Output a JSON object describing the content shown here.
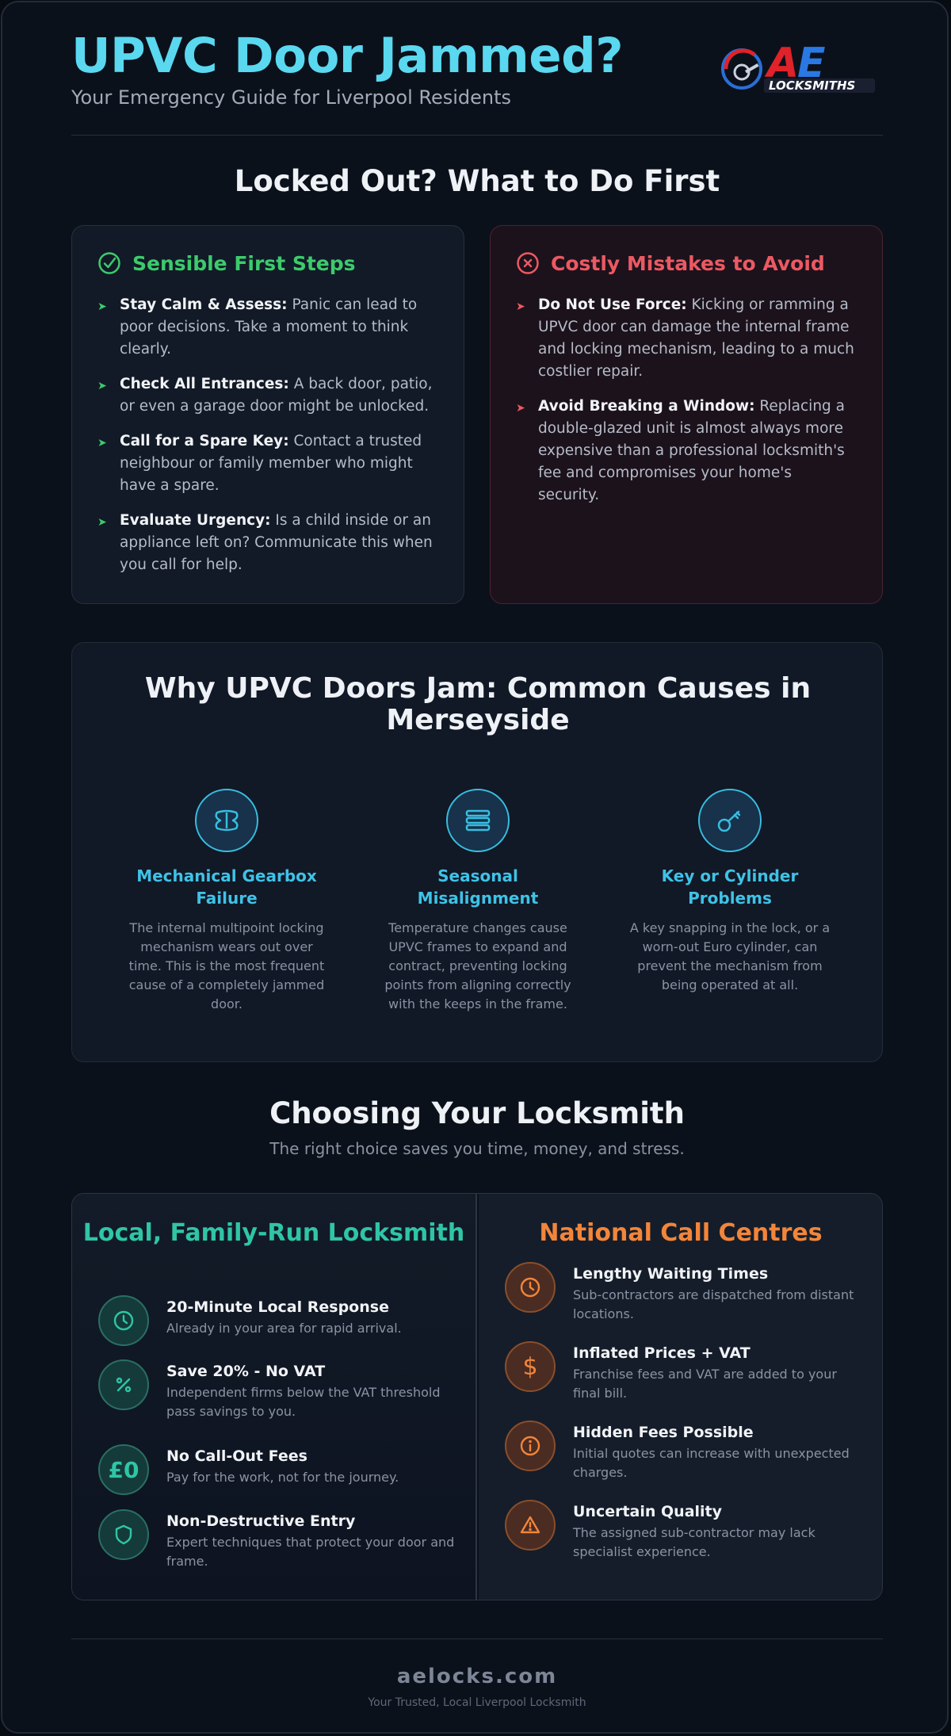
{
  "header": {
    "title": "UPVC Door Jammed?",
    "subtitle": "Your Emergency Guide for Liverpool Residents",
    "logo_text": "AE LOCKSMITHS"
  },
  "first": {
    "title": "Locked Out? What to Do First",
    "good": {
      "heading": "Sensible First Steps",
      "items": [
        {
          "bold": "Stay Calm & Assess:",
          "text": " Panic can lead to poor decisions. Take a moment to think clearly."
        },
        {
          "bold": "Check All Entrances:",
          "text": " A back door, patio, or even a garage door might be unlocked."
        },
        {
          "bold": "Call for a Spare Key:",
          "text": " Contact a trusted neighbour or family member who might have a spare."
        },
        {
          "bold": "Evaluate Urgency:",
          "text": " Is a child inside or an appliance left on? Communicate this when you call for help."
        }
      ]
    },
    "bad": {
      "heading": "Costly Mistakes to Avoid",
      "items": [
        {
          "bold": "Do Not Use Force:",
          "text": " Kicking or ramming a UPVC door can damage the internal frame and locking mechanism, leading to a much costlier repair."
        },
        {
          "bold": "Avoid Breaking a Window:",
          "text": " Replacing a double-glazed unit is almost always more expensive than a professional locksmith's fee and compromises your home's security."
        }
      ]
    }
  },
  "causes": {
    "title": "Why UPVC Doors Jam: Common Causes in Merseyside",
    "items": [
      {
        "icon": "gearbox-icon",
        "title": "Mechanical Gearbox Failure",
        "text": "The internal multipoint locking mechanism wears out over time. This is the most frequent cause of a completely jammed door."
      },
      {
        "icon": "frame-icon",
        "title": "Seasonal Misalignment",
        "text": "Temperature changes cause UPVC frames to expand and contract, preventing locking points from aligning correctly with the keeps in the frame."
      },
      {
        "icon": "key-icon",
        "title": "Key or Cylinder Problems",
        "text": "A key snapping in the lock, or a worn-out Euro cylinder, can prevent the mechanism from being operated at all."
      }
    ]
  },
  "choosing": {
    "title": "Choosing Your Locksmith",
    "subtitle": "The right choice saves you time, money, and stress.",
    "local": {
      "heading": "Local, Family-Run Locksmith",
      "items": [
        {
          "icon": "clock-icon",
          "title": "20-Minute Local Response",
          "text": "Already in your area for rapid arrival."
        },
        {
          "icon": "percent-icon",
          "title": "Save 20% - No VAT",
          "text": "Independent firms below the VAT threshold pass savings to you."
        },
        {
          "icon": "pound-icon",
          "glyph": "£0",
          "title": "No Call-Out Fees",
          "text": "Pay for the work, not for the journey."
        },
        {
          "icon": "shield-icon",
          "title": "Non-Destructive Entry",
          "text": "Expert techniques that protect your door and frame."
        }
      ]
    },
    "national": {
      "heading": "National Call Centres",
      "items": [
        {
          "icon": "clock-icon",
          "title": "Lengthy Waiting Times",
          "text": "Sub-contractors are dispatched from distant locations."
        },
        {
          "icon": "dollar-icon",
          "title": "Inflated Prices + VAT",
          "text": "Franchise fees and VAT are added to your final bill."
        },
        {
          "icon": "info-icon",
          "title": "Hidden Fees Possible",
          "text": "Initial quotes can increase with unexpected charges."
        },
        {
          "icon": "warning-icon",
          "title": "Uncertain Quality",
          "text": "The assigned sub-contractor may lack specialist experience."
        }
      ]
    }
  },
  "footer": {
    "site": "aelocks.com",
    "tagline": "Your Trusted, Local Liverpool Locksmith"
  }
}
